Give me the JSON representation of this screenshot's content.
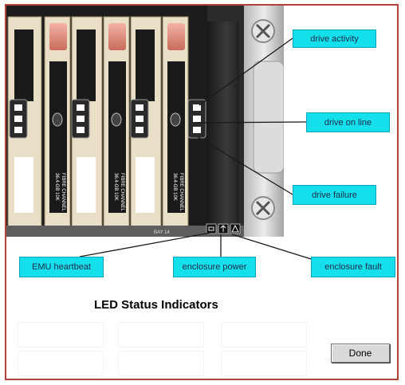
{
  "title": "LED Status Indicators",
  "done_label": "Done",
  "callouts": {
    "drive_activity": "drive activity",
    "drive_on_line": "drive on line",
    "drive_failure": "drive failure",
    "emu_heartbeat": "EMU heartbeat",
    "enclosure_power": "enclosure power",
    "enclosure_fault": "enclosure fault"
  },
  "hardware": {
    "drive_caption_line1": "36.4-GB 10K",
    "drive_caption_line2": "FIBRE CHANNEL",
    "bay_label": "BAY 14"
  },
  "colors": {
    "callout_fill": "#14e0ec",
    "border": "#b5423a",
    "leader_line": "#1a1a1a"
  }
}
